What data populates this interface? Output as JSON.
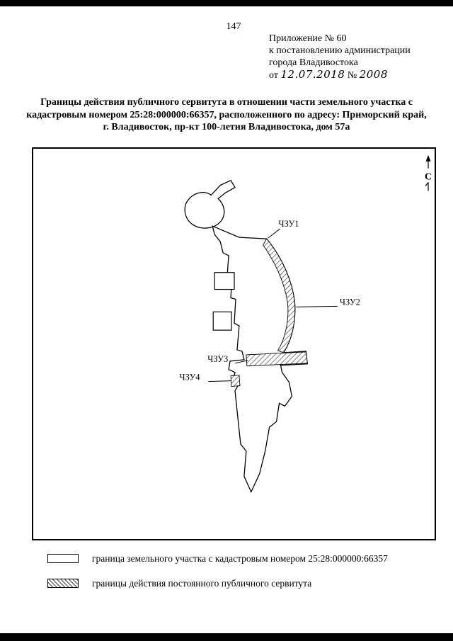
{
  "page": {
    "number": "147"
  },
  "appendix": {
    "line1": "Приложение № 60",
    "line2": "к постановлению администрации",
    "line3": "города Владивостока",
    "line4_prefix": "от",
    "handwritten_date": "12.07.2018",
    "number_sign": "№",
    "handwritten_number": "2008"
  },
  "title": "Границы действия публичного сервитута в отношении части земельного участка с кадастровым номером 25:28:000000:66357, расположенного по адресу: Приморский край, г. Владивосток, пр-кт 100-летия Владивостока, дом 57а",
  "map": {
    "north_label": "С",
    "labels": {
      "chzu1": "ЧЗУ1",
      "chzu2": "ЧЗУ2",
      "chzu3": "ЧЗУ3",
      "chzu4": "ЧЗУ4"
    }
  },
  "legend": {
    "items": [
      {
        "swatch": "outline",
        "label": "граница земельного участка с кадастровым номером  25:28:000000:66357"
      },
      {
        "swatch": "hatched",
        "label": "границы действия постоянного публичного сервитута"
      }
    ]
  },
  "colors": {
    "ink": "#000000",
    "paper": "#ffffff",
    "hatch": "#444444"
  }
}
